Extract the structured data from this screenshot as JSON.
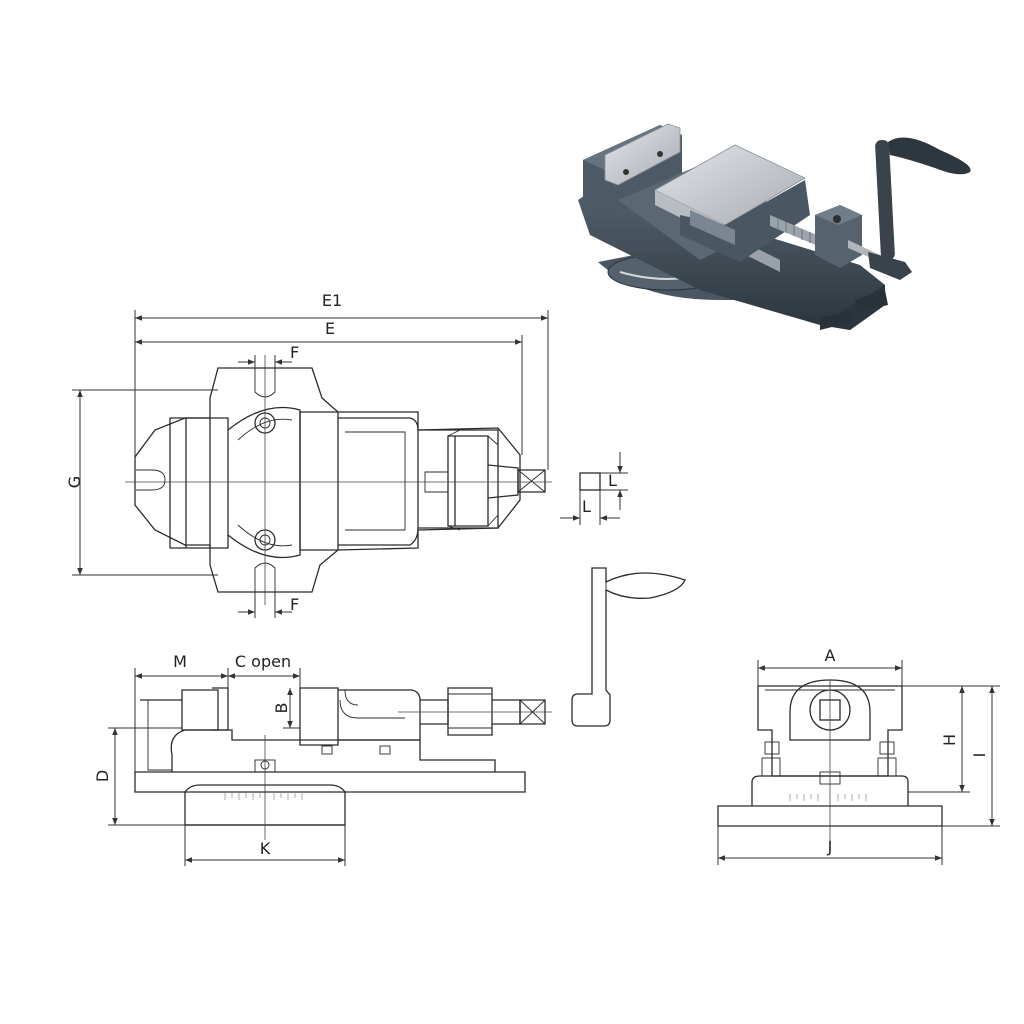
{
  "labels": {
    "E1": "E1",
    "E": "E",
    "F_top": "F",
    "F_bottom": "F",
    "G": "G",
    "L_vert": "L",
    "L_horiz": "L",
    "M": "M",
    "C": "C open",
    "B": "B",
    "D": "D",
    "K": "K",
    "A": "A",
    "H": "H",
    "I": "I",
    "J": "J"
  },
  "colors": {
    "line": "#2b2b2b",
    "vise_body": "#3d4a55",
    "vise_steel": "#c9cdd2"
  }
}
